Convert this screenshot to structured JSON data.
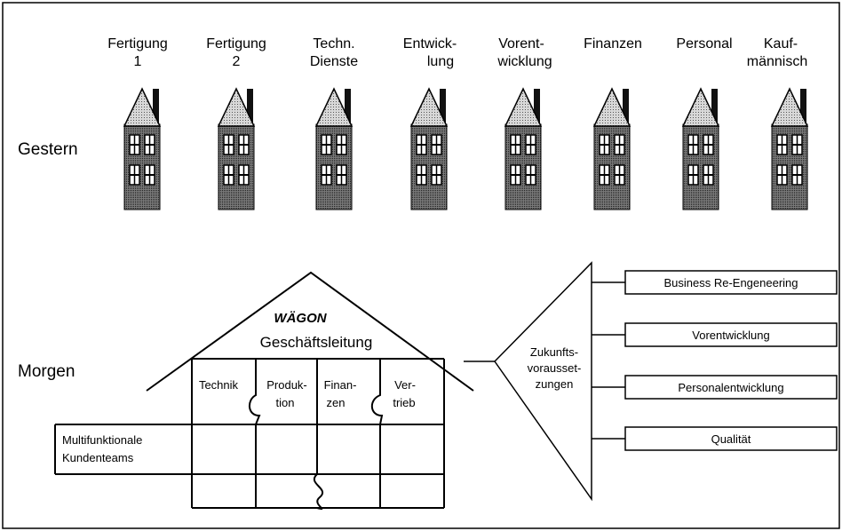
{
  "top_labels": [
    {
      "line1": "Fertigung",
      "line2": "1"
    },
    {
      "line1": "Fertigung",
      "line2": "2"
    },
    {
      "line1": "Techn.",
      "line2": "Dienste"
    },
    {
      "line1": "Entwick-",
      "line2": "lung"
    },
    {
      "line1": "Vorent-",
      "line2": "wicklung"
    },
    {
      "line1": "Finanzen",
      "line2": ""
    },
    {
      "line1": "Personal",
      "line2": ""
    },
    {
      "line1": "Kauf-",
      "line2": "männisch"
    }
  ],
  "row_gestern": "Gestern",
  "row_morgen": "Morgen",
  "logo": "WÄGON",
  "management": "Geschäftsleitung",
  "departments": [
    {
      "line1": "Technik",
      "line2": ""
    },
    {
      "line1": "Produk-",
      "line2": "tion"
    },
    {
      "line1": "Finan-",
      "line2": "zen"
    },
    {
      "line1": "Ver-",
      "line2": "trieb"
    }
  ],
  "teams": {
    "line1": "Multifunktionale",
    "line2": "Kundenteams"
  },
  "future": {
    "line1": "Zukunfts-",
    "line2": "vorausset-",
    "line3": "zungen"
  },
  "requirements": [
    "Business Re-Engeneering",
    "Vorentwicklung",
    "Personalentwicklung",
    "Qualität"
  ],
  "colors": {
    "line": "#000000",
    "roof_fill": "#b0b0b0",
    "building_fill": "#8a8a8a",
    "window": "#ffffff"
  }
}
